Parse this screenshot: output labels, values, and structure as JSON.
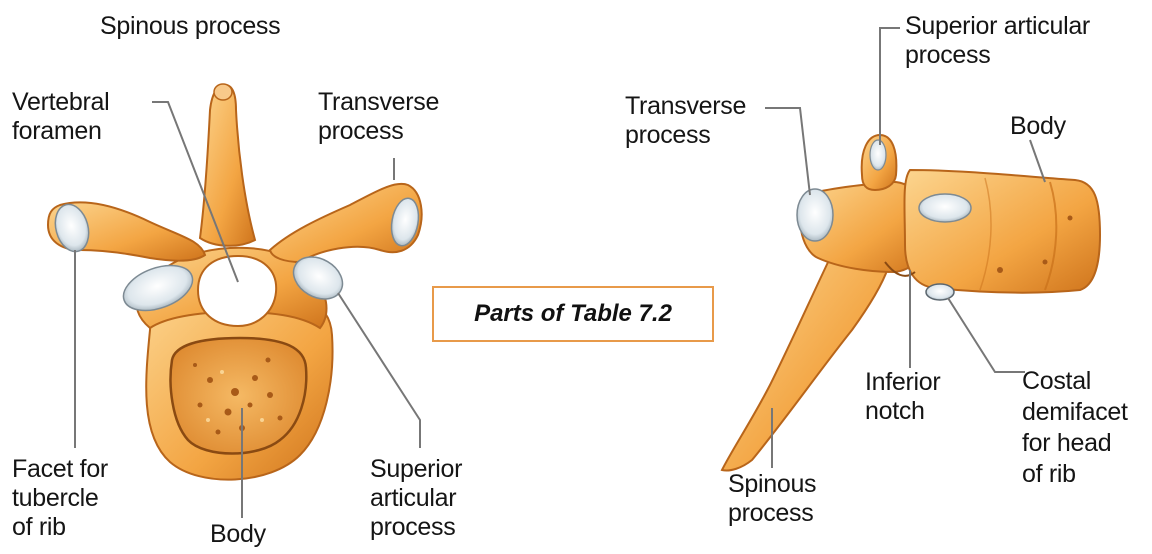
{
  "title_box": "Parts of Table 7.2",
  "left_view": {
    "spinous_process": "Spinous process",
    "vertebral_foramen": "Vertebral\nforamen",
    "transverse_process": "Transverse\nprocess",
    "facet_tubercle": "Facet for\ntubercle\nof rib",
    "body": "Body",
    "superior_articular": "Superior\narticular\nprocess"
  },
  "right_view": {
    "superior_articular": "Superior articular\nprocess",
    "transverse_process": "Transverse\nprocess",
    "body": "Body",
    "inferior_notch": "Inferior\nnotch",
    "costal_demifacet": "Costal\ndemifacet\nfor head\nof rib",
    "spinous_process": "Spinous\nprocess"
  },
  "colors": {
    "bone": "#f4a640",
    "bone_light": "#fbd48a",
    "bone_dark": "#c9701a",
    "facet": "#dfe8ee",
    "box_border": "#e89a4a"
  }
}
